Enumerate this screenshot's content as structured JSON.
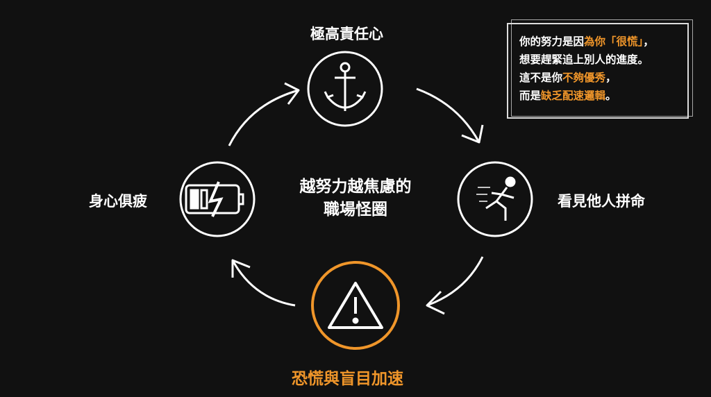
{
  "title": "越努力越焦慮的",
  "title2": "職場怪圈",
  "nodes": {
    "top": {
      "label": "極高責任心",
      "icon": "anchor-icon"
    },
    "right": {
      "label": "看見他人拼命",
      "icon": "runner-icon"
    },
    "bottom": {
      "label": "恐慌與盲目加速",
      "icon": "warning-icon"
    },
    "left": {
      "label": "身心俱疲",
      "icon": "low-battery-icon"
    }
  },
  "quote": {
    "l1a": "你的努力是因",
    "l1b": "為你「很慌」",
    "l1c": "，",
    "l2": "想要趕緊追上別人的進度。",
    "l3a": "這不是你",
    "l3b": "不夠優秀",
    "l3c": "，",
    "l4a": "而是",
    "l4b": "缺乏配速邏輯",
    "l4c": "。"
  },
  "colors": {
    "accent": "#f0962a",
    "bg": "#111111"
  }
}
